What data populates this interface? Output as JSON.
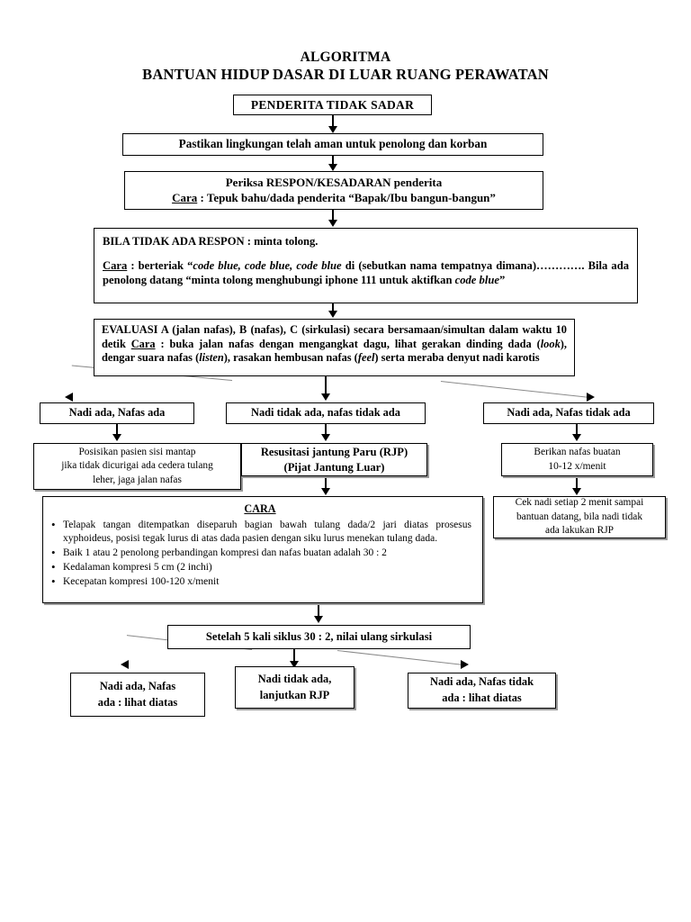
{
  "title": {
    "line1": "ALGORITMA",
    "line2": "BANTUAN HIDUP DASAR DI LUAR RUANG PERAWATAN"
  },
  "nodes": {
    "penderita": "PENDERITA TIDAK SADAR",
    "pastikan": "Pastikan lingkungan telah aman untuk penolong dan korban",
    "periksa": {
      "line1": "Periksa RESPON/KESADARAN penderita",
      "line2_label": "Cara",
      "line2_rest": " : Tepuk bahu/dada penderita “Bapak/Ibu bangun-bangun”"
    },
    "bila_respon": {
      "line1": "BILA TIDAK ADA RESPON : minta tolong.",
      "cara_label": "Cara",
      "seg1": "   : berteriak “",
      "code_blue_1": "code blue, code blue, code blue",
      "seg2": " di (sebutkan nama tempatnya dimana)…………. Bila ada penolong datang “minta tolong menghubungi iphone ",
      "num111": "111",
      "seg3": " untuk aktifkan ",
      "code_blue_2": "code blue",
      "seg4": "”"
    },
    "evaluasi": {
      "seg1": "EVALUASI A (jalan nafas), B (nafas), C (sirkulasi) secara bersamaan/simultan dalam waktu 10 detik ",
      "cara_label": "Cara",
      "seg2": " : buka jalan nafas dengan mengangkat dagu, lihat gerakan dinding dada (",
      "look": "look",
      "seg3": "), dengar suara nafas (",
      "listen": "listen",
      "seg4": "), rasakan hembusan nafas (",
      "feel": "feel",
      "seg5": ") serta meraba denyut nadi karotis"
    },
    "result_left": "Nadi ada, Nafas ada",
    "result_mid": "Nadi tidak ada, nafas tidak ada",
    "result_right": "Nadi ada, Nafas tidak ada",
    "posisikan": {
      "l1": "Posisikan pasien sisi mantap",
      "l2": "jika tidak dicurigai ada cedera tulang",
      "l3": "leher, jaga jalan nafas"
    },
    "rjp": {
      "l1": "Resusitasi jantung Paru (RJP)",
      "l2": "(Pijat Jantung Luar)"
    },
    "nafas_buatan": {
      "l1": "Berikan nafas buatan",
      "l2": "10-12 x/menit"
    },
    "cek_nadi": {
      "l1": "Cek nadi setiap 2 menit sampai",
      "l2": "bantuan datang, bila nadi tidak",
      "l3": "ada lakukan RJP"
    },
    "cara_box": {
      "title": "CARA",
      "bullets": [
        "Telapak tangan ditempatkan diseparuh bagian bawah tulang dada/2 jari diatas prosesus xyphoideus, posisi tegak lurus di atas dada pasien dengan siku lurus menekan tulang dada.",
        "Baik 1 atau 2 penolong perbandingan kompresi dan nafas buatan adalah 30 : 2",
        "Kedalaman kompresi 5 cm (2 inchi)",
        "Kecepatan kompresi 100-120 x/menit"
      ]
    },
    "setelah": "Setelah 5 kali siklus 30 : 2, nilai ulang sirkulasi",
    "bottom_left": {
      "l1": "Nadi ada, Nafas",
      "l2": "ada : lihat diatas"
    },
    "bottom_mid": {
      "l1": "Nadi tidak ada,",
      "l2": "lanjutkan RJP"
    },
    "bottom_right": {
      "l1": "Nadi ada, Nafas tidak",
      "l2": "ada : lihat diatas"
    }
  },
  "colors": {
    "ink": "#000000",
    "page": "#ffffff",
    "shadow": "#9a9a9a",
    "diagonal": "#8a8a8a"
  }
}
